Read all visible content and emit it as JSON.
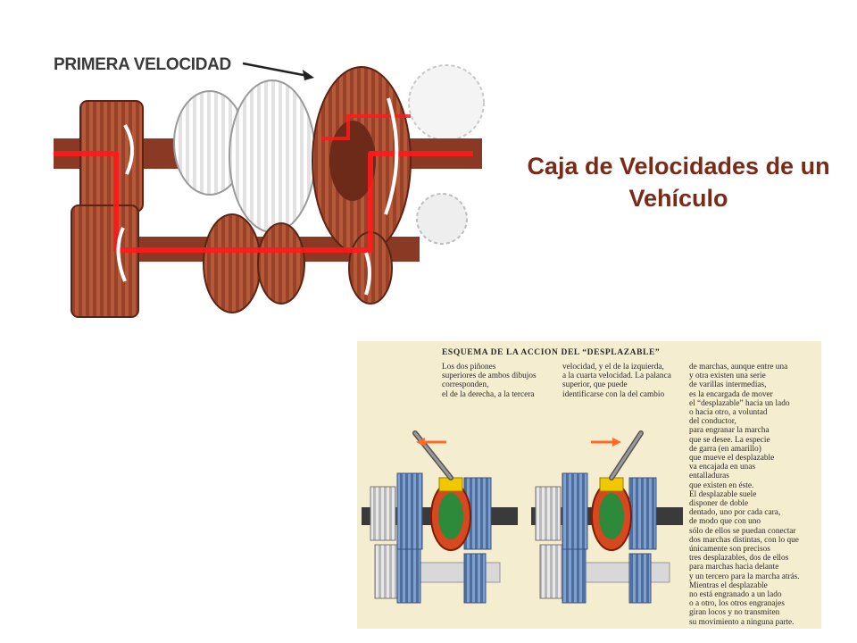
{
  "slide": {
    "title": "Caja de Velocidades de un Vehículo"
  },
  "figure_top": {
    "label": "PRIMERA VELOCIDAD",
    "colors": {
      "gear": "#8c3a22",
      "gear_light": "#c0603e",
      "power_path": "#ff1a1a",
      "idle_gear": "#e6e6e6"
    }
  },
  "figure_bottom": {
    "title": "ESQUEMA DE LA ACCION DEL “DESPLAZABLE”",
    "col1": "Los dos piñones\nsuperiores de ambos dibujos\ncorresponden,\nel de la derecha, a la tercera",
    "col2": "velocidad, y el de la izquierda,\na la cuarta velocidad. La palanca\nsuperior, que puede\nidentificarse con la del cambio",
    "col3": "de marchas, aunque entre una\ny otra existen una serie\nde varillas intermedias,\nes la encargada de mover\nel “desplazable” hacia un lado\no hacia otro, a voluntad\ndel conductor,\npara engranar la marcha\nque se desee. La especie\nde garra (en amarillo)\nque mueve el desplazable\nva encajada en unas\nentalladuras\nque existen en éste.\nEl desplazable suele\ndisponer de doble\ndentado, uno por cada cara,\nde modo que con uno\nsólo de ellos se puedan conectar\ndos marchas distintas, con lo que\núnicamente son precisos\ntres desplazables, dos de ellos\npara marchas hacia delante\ny un tercero para la marcha atrás.\nMientras el desplazable\nno está engranado a un lado\no a otro, los otros engranajes\ngiran locos y no transmiten\nsu movimiento a ninguna parte.",
    "colors": {
      "background": "#f5edcf",
      "arrow": "#ff6a2a",
      "claw": "#f0c800",
      "blue_gear": "#5d7fb0"
    }
  }
}
